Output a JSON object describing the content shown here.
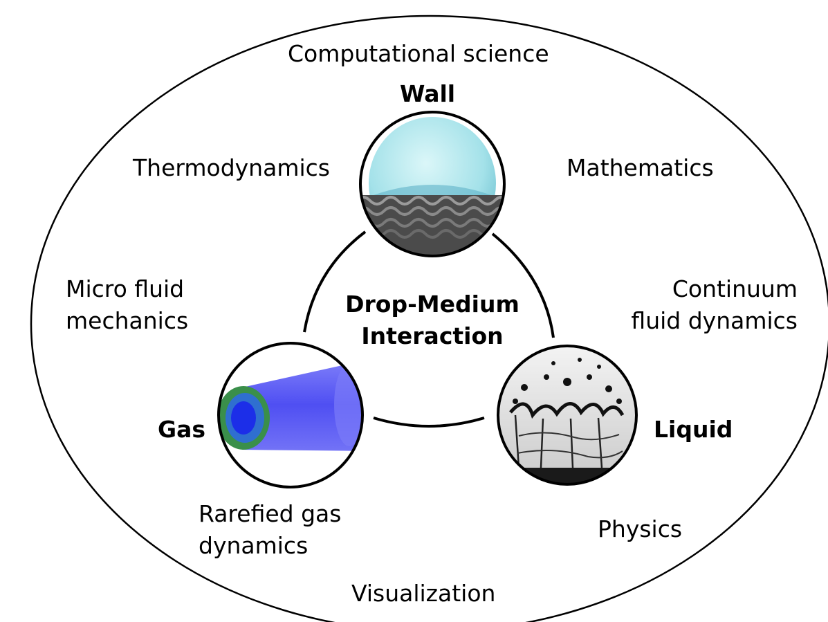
{
  "center_label": "Drop-Medium\nInteraction",
  "media": {
    "wall": "Wall",
    "gas": "Gas",
    "liquid": "Liquid"
  },
  "fields": {
    "computational_science": "Computational science",
    "thermodynamics": "Thermodynamics",
    "mathematics": "Mathematics",
    "micro_fluid_mechanics": "Micro fluid\nmechanics",
    "continuum_fluid_dynamics": "Continuum\nfluid dynamics",
    "rarefied_gas_dynamics": "Rarefied gas\ndynamics",
    "physics": "Physics",
    "visualization": "Visualization"
  },
  "colors": {
    "outline": "#000000",
    "wall_drop": "#9fe0e8",
    "gas_tube": "#3c3cf0",
    "gas_core": "#2fa84a",
    "liquid_bg": "#d8d8d8"
  }
}
